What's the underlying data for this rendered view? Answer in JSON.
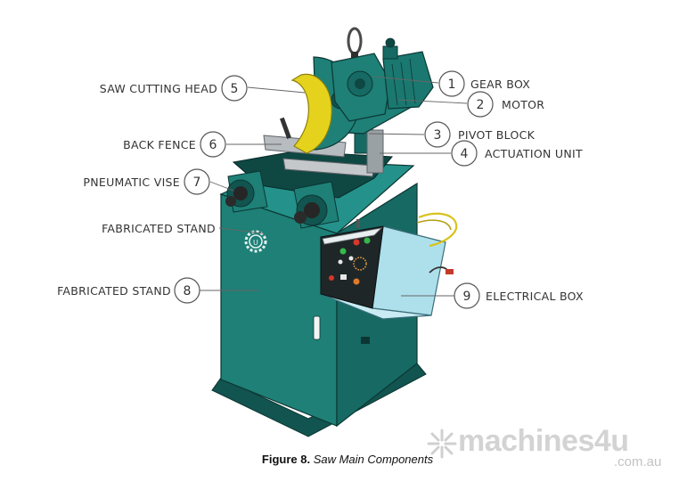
{
  "labels": [
    {
      "number": "1",
      "text": "GEAR BOX"
    },
    {
      "number": "2",
      "text": "MOTOR"
    },
    {
      "number": "3",
      "text": "PIVOT BLOCK"
    },
    {
      "number": "4",
      "text": "ACTUATION UNIT"
    },
    {
      "number": "5",
      "text": "SAW CUTTING HEAD"
    },
    {
      "number": "6",
      "text": "BACK FENCE"
    },
    {
      "number": "7",
      "text": "PNEUMATIC VISE"
    },
    {
      "number": "8",
      "text": "FABRICATED STAND"
    },
    {
      "number": "9",
      "text": "ELECTRICAL BOX"
    }
  ],
  "extra_label": "FABRICATED STAND",
  "caption": {
    "figure": "Figure 8.",
    "title": "Saw Main Components"
  },
  "watermark": {
    "brand": "machines4u",
    "domain": ".com.au"
  },
  "colors": {
    "machine": "#1e8077",
    "machine_dark": "#12544f",
    "blade_guard": "#e5d21c",
    "electrical_box": "#aee0ec",
    "fence": "#b7bcc0"
  }
}
